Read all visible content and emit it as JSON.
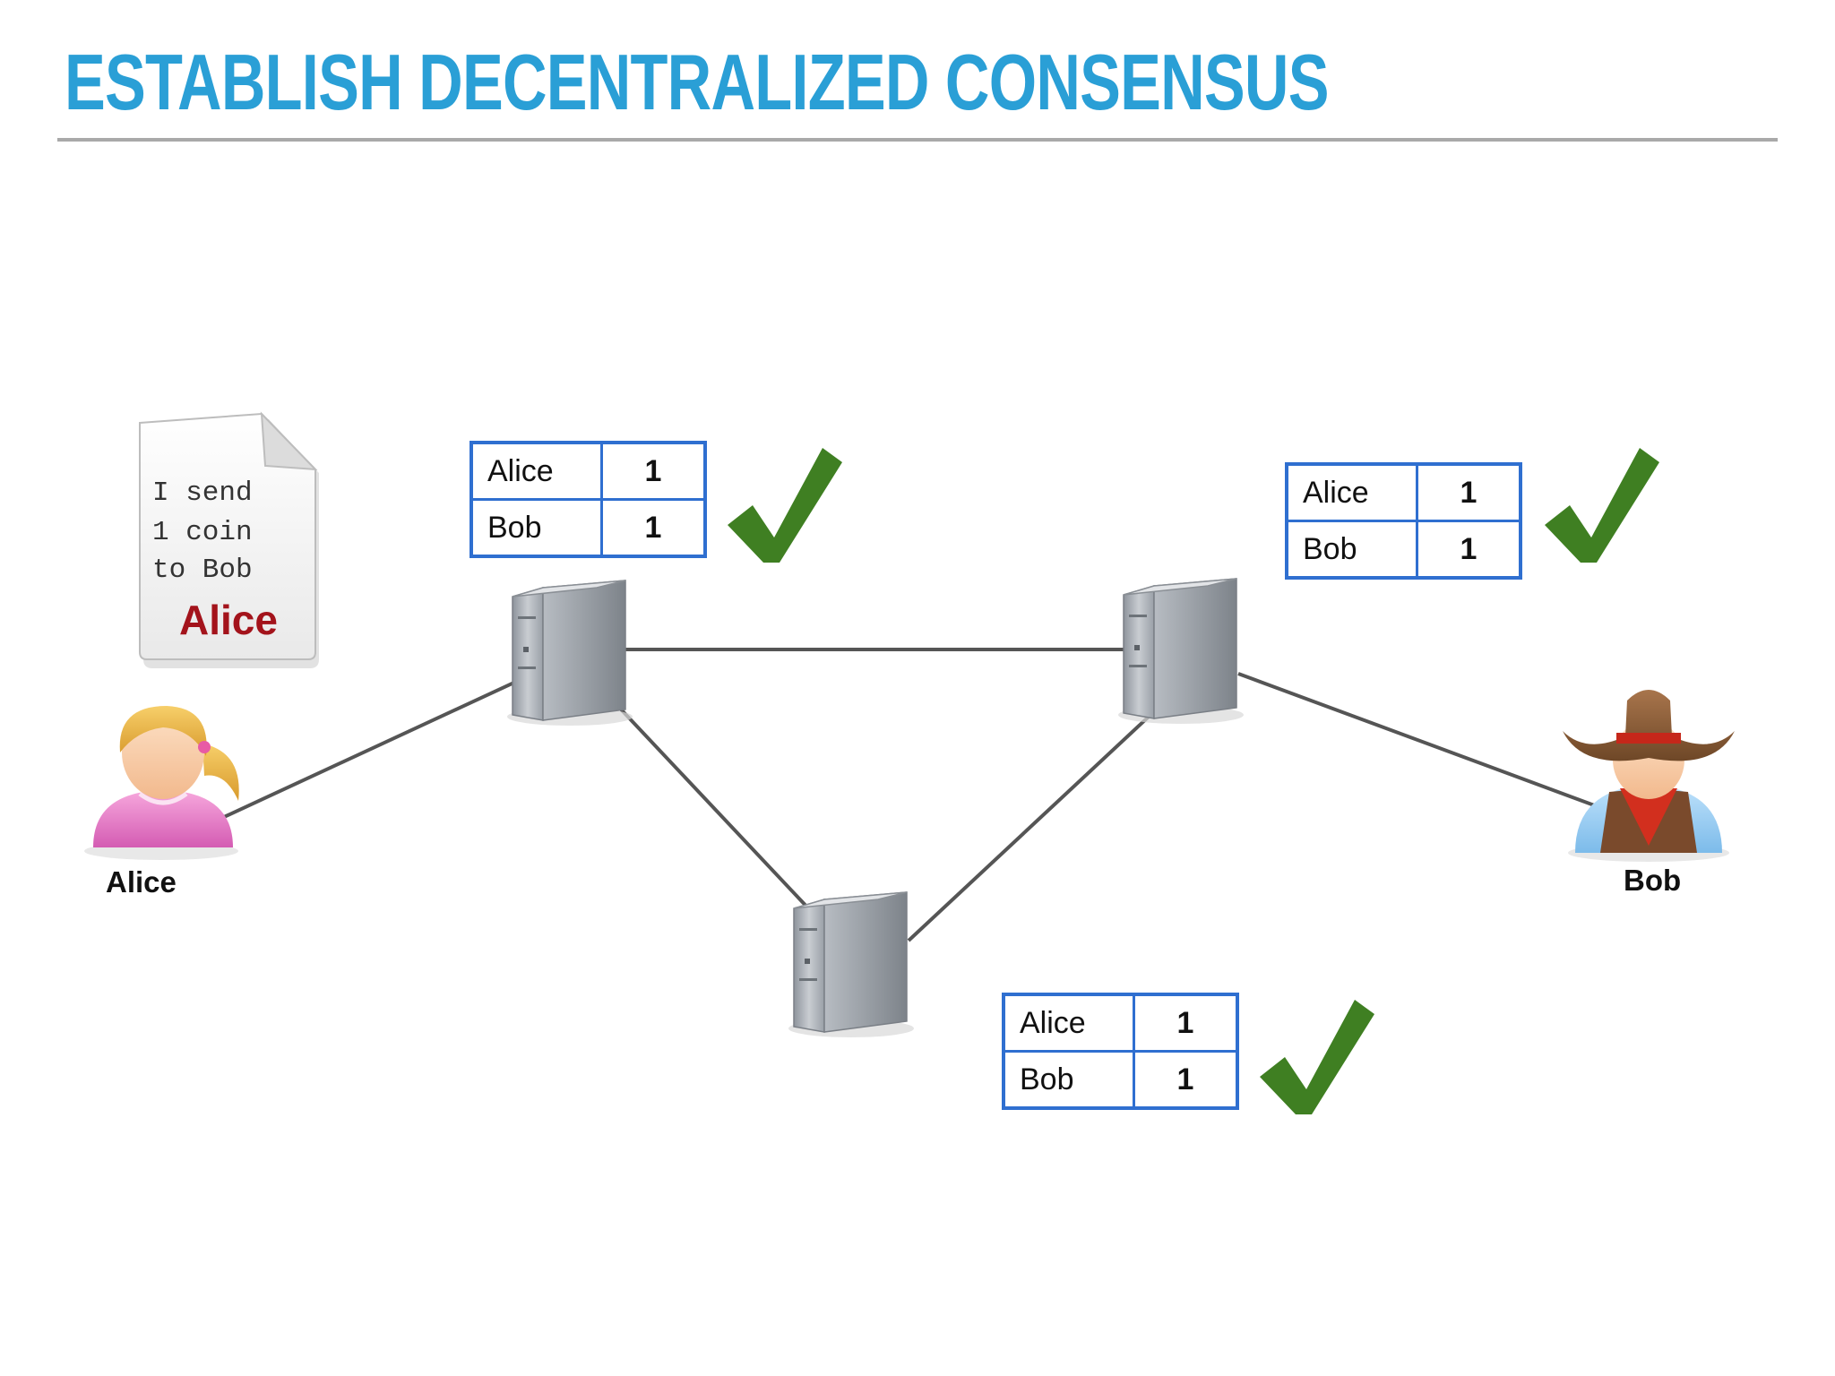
{
  "slide": {
    "title": "ESTABLISH DECENTRALIZED CONSENSUS"
  },
  "memo": {
    "lines": [
      "I send",
      "1 coin",
      "to Bob"
    ],
    "signature": "Alice"
  },
  "people": {
    "alice": {
      "label": "Alice"
    },
    "bob": {
      "label": "Bob"
    }
  },
  "ledgers": [
    {
      "rows": [
        {
          "name": "Alice",
          "value": "1"
        },
        {
          "name": "Bob",
          "value": "1"
        }
      ]
    },
    {
      "rows": [
        {
          "name": "Alice",
          "value": "1"
        },
        {
          "name": "Bob",
          "value": "1"
        }
      ]
    },
    {
      "rows": [
        {
          "name": "Alice",
          "value": "1"
        },
        {
          "name": "Bob",
          "value": "1"
        }
      ]
    }
  ],
  "colors": {
    "title": "#2a9fd6",
    "ledger_border": "#2f6fd0",
    "checkmark": "#3f7f22",
    "signature": "#a3131b",
    "link": "#555555"
  },
  "icons": {
    "memo": "document-icon",
    "server": "server-icon",
    "check": "checkmark-icon",
    "alice": "user-female-icon",
    "bob": "user-cowboy-icon"
  }
}
